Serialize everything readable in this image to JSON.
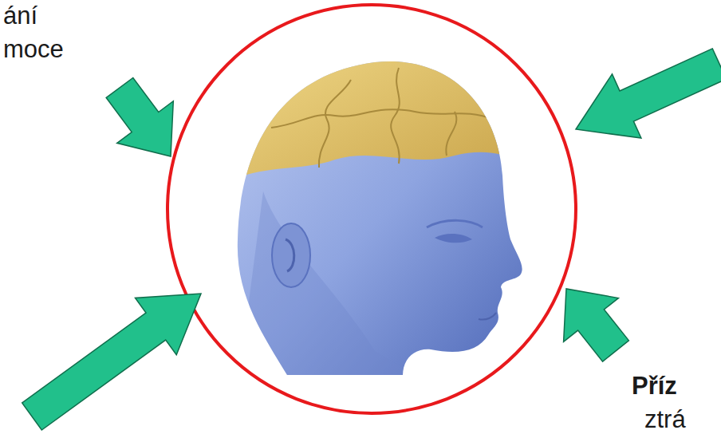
{
  "diagram": {
    "labels": [
      "ání",
      "moce",
      "Příz",
      "ztrá"
    ]
  }
}
